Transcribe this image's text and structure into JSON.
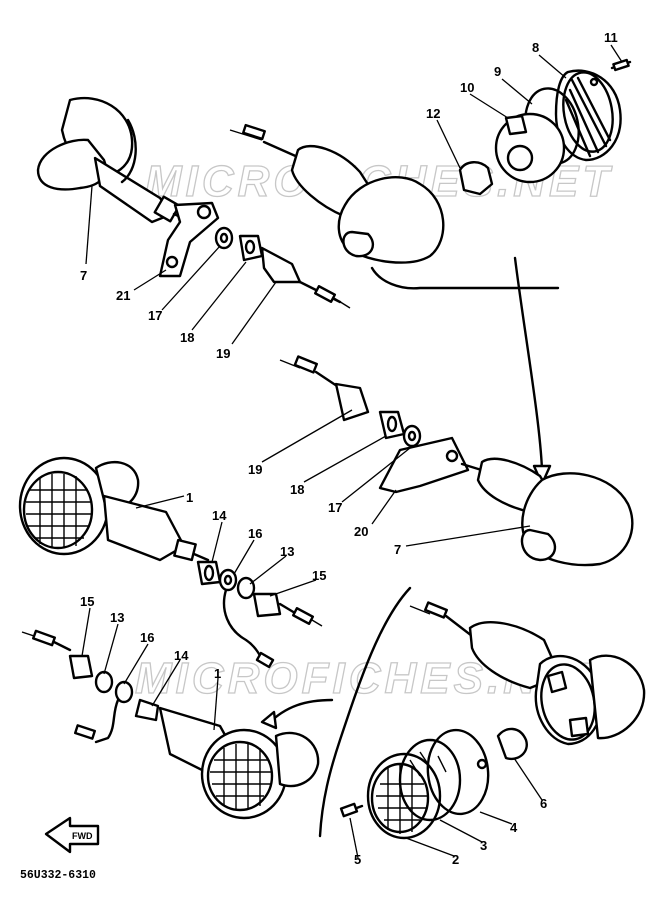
{
  "diagram": {
    "part_code": "56U332-6310",
    "front_arrow_label": "FWD",
    "watermarks": [
      "MICROFICHES.NET",
      "MICROFICHES.NET"
    ],
    "callouts": [
      "11",
      "8",
      "9",
      "10",
      "12",
      "7",
      "21",
      "17",
      "18",
      "19",
      "19",
      "18",
      "17",
      "20",
      "7",
      "1",
      "14",
      "16",
      "13",
      "15",
      "15",
      "13",
      "16",
      "14",
      "1",
      "5",
      "2",
      "3",
      "4",
      "6"
    ]
  }
}
